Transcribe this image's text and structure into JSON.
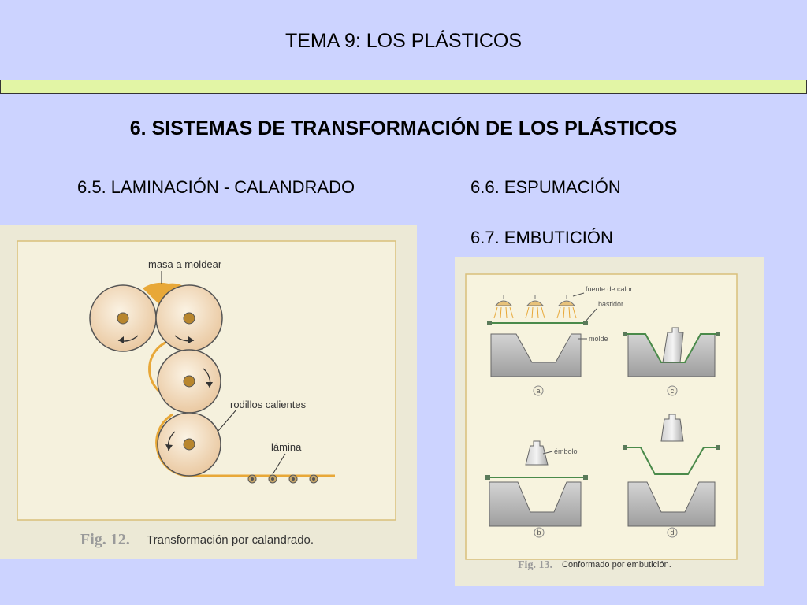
{
  "slide": {
    "title": "TEMA 9: LOS PLÁSTICOS",
    "heading": "6. SISTEMAS DE TRANSFORMACIÓN DE LOS PLÁSTICOS",
    "subheadings": [
      "6.5. LAMINACIÓN - CALANDRADO",
      "6.6. ESPUMACIÓN",
      "6.7. EMBUTICIÓN"
    ]
  },
  "figure_calandrado": {
    "labels": {
      "masa": "masa a moldear",
      "rodillos": "rodillos calientes",
      "lamina": "lámina"
    },
    "caption_number": "Fig. 12.",
    "caption_text": "Transformación por calandrado."
  },
  "figure_embuticion": {
    "labels": {
      "fuente": "fuente de calor",
      "bastidor": "bastidor",
      "molde": "molde",
      "embolo": "émbolo"
    },
    "step_letters": [
      "a",
      "b",
      "c",
      "d"
    ],
    "caption_number": "Fig. 13.",
    "caption_text": "Conformado por embutición."
  },
  "colors": {
    "background": "#ccd3ff",
    "band": "#e2f5a5",
    "roller_orange": "#e8a838",
    "mould_grey": "#bdbdbd"
  }
}
